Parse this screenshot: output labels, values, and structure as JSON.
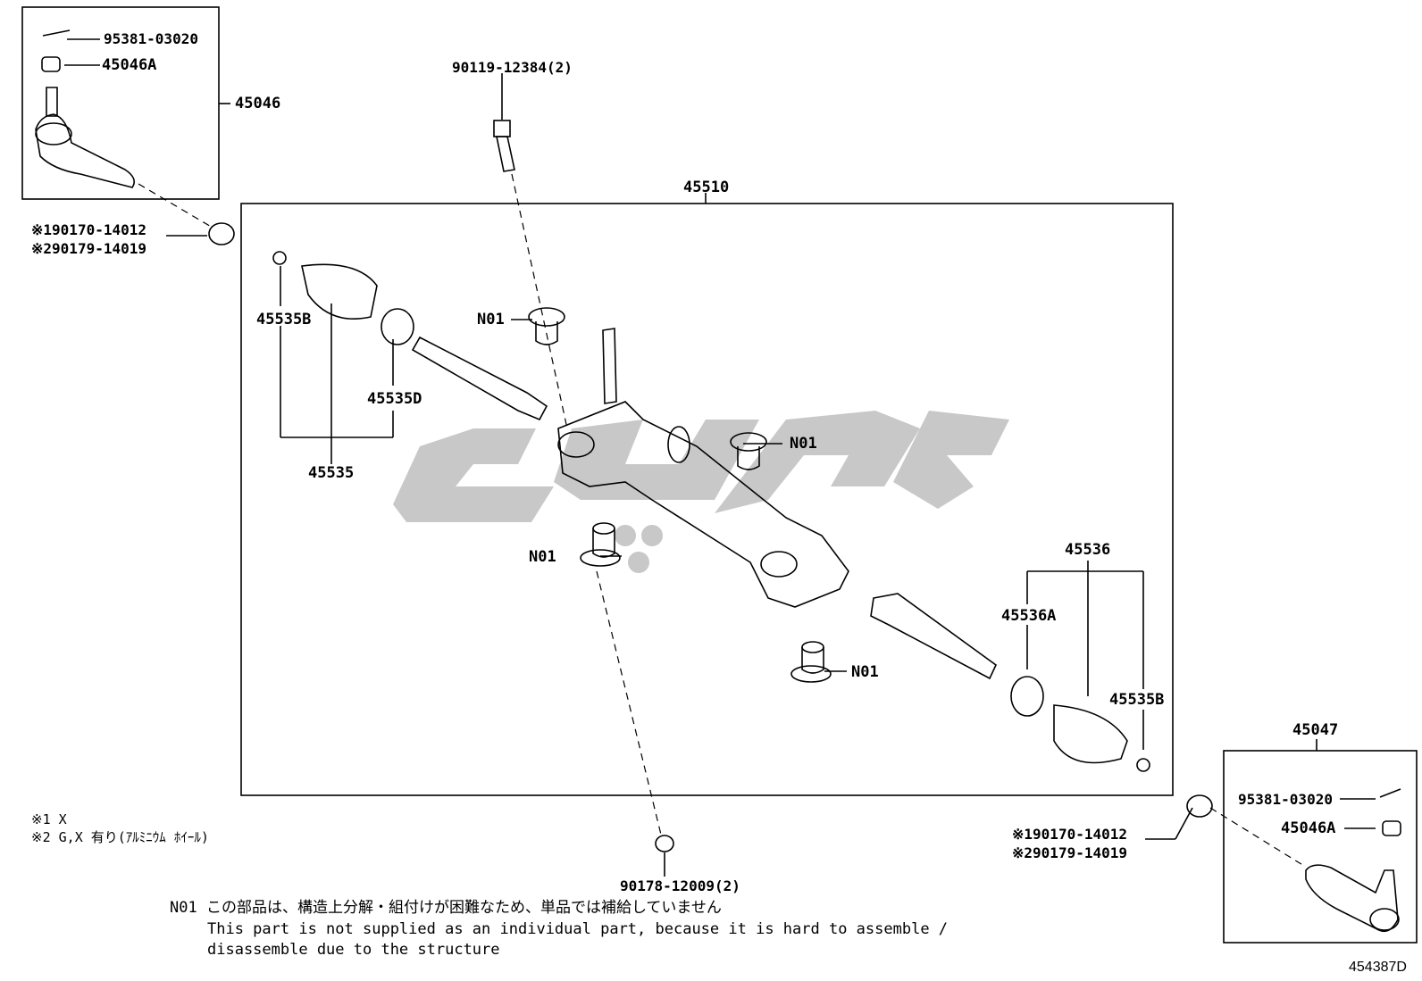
{
  "labels": {
    "p95381_03020_a": "95381-03020",
    "p45046A_a": "45046A",
    "p45046": "45046",
    "p90119": "90119-12384(2)",
    "p45510": "45510",
    "p190170_a": "※190170-14012",
    "p290179_a": "※290179-14019",
    "p45535B_a": "45535B",
    "pN01_1": "N01",
    "p45535D": "45535D",
    "pN01_2": "N01",
    "p45535": "45535",
    "pN01_3": "N01",
    "p45536": "45536",
    "p45536A": "45536A",
    "pN01_4": "N01",
    "p45535B_b": "45535B",
    "p45047": "45047",
    "p95381_03020_b": "95381-03020",
    "p45046A_b": "45046A",
    "p190170_b": "※190170-14012",
    "p290179_b": "※290179-14019",
    "p90178": "90178-12009(2)"
  },
  "notes": {
    "fn1": "※1 X",
    "fn2": "※2 G,X 有り(ｱﾙﾐﾆｳﾑ ﾎｲｰﾙ)",
    "n01_jp": "N01 この部品は、構造上分解・組付けが困難なため、単品では補給していません",
    "n01_en1": "This part is not supplied as an individual part, because it is hard to assemble /",
    "n01_en2": "disassemble due to the structure"
  },
  "diagram_code": "454387D",
  "colors": {
    "watermark": "#c8c8c8",
    "line": "#000000"
  }
}
